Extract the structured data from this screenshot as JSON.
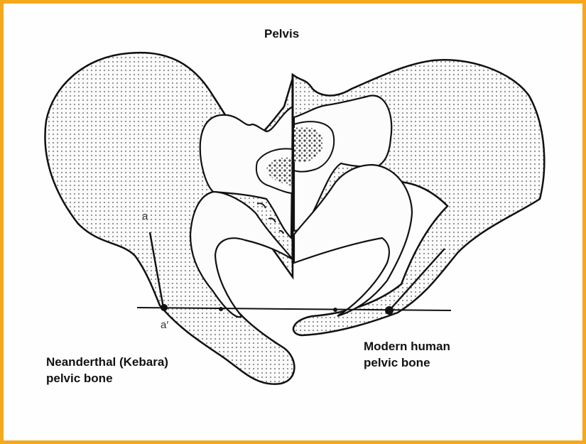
{
  "title": "Pelvis",
  "labels": {
    "left_line1": "Neanderthal (Kebara)",
    "left_line2": "pelvic bone",
    "right_line1": "Modern human",
    "right_line2": "pelvic bone",
    "point_a": "a",
    "point_a_prime": "a′"
  },
  "colors": {
    "frame": "#f5a81c",
    "stroke": "#111111",
    "stipple": "#8a8a8a"
  }
}
